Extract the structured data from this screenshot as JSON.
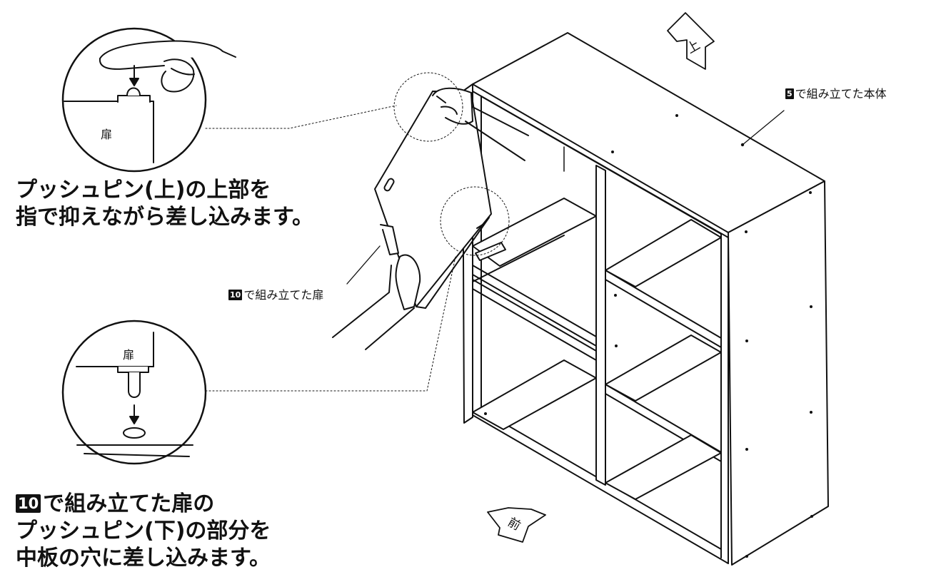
{
  "instructions": {
    "top_line1": "プッシュピン(上)の上部を",
    "top_line2": "指で抑えながら差し込みます。",
    "bottom_number": "10",
    "bottom_line1_rest": "で組み立てた扉の",
    "bottom_line2": "プッシュピン(下)の部分を",
    "bottom_line3": "中板の穴に差し込みます。"
  },
  "callouts": {
    "body_number": "5",
    "body_text": "で組み立てた本体",
    "door_number": "10",
    "door_text": "で組み立てた扉"
  },
  "detail_labels": {
    "top_door_label": "扉",
    "bottom_door_label": "扉"
  },
  "direction_arrows": {
    "up_label": "上",
    "front_label": "前"
  }
}
